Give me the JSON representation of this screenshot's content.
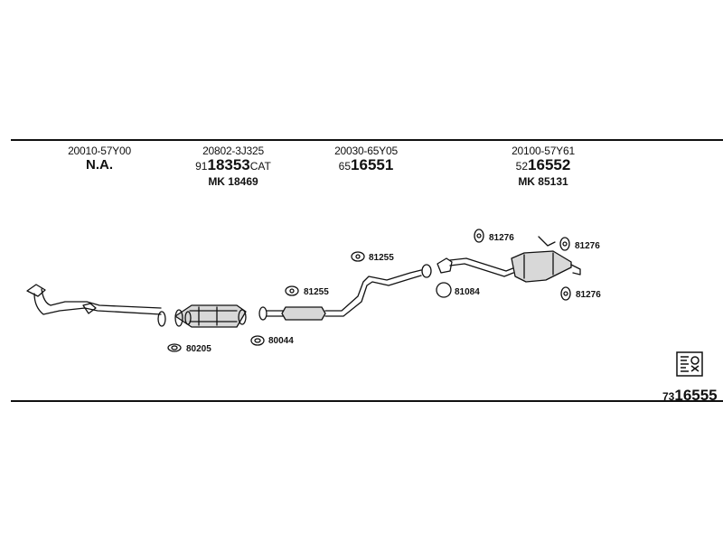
{
  "columns": [
    {
      "oe": "20010-57Y00",
      "article_prefix": "",
      "article_main": "N.A.",
      "article_suffix": "",
      "mk": ""
    },
    {
      "oe": "20802-3J325",
      "article_prefix": "91",
      "article_main": "18353",
      "article_suffix": "CAT",
      "mk": "MK 18469"
    },
    {
      "oe": "20030-65Y05",
      "article_prefix": "65",
      "article_main": "16551",
      "article_suffix": "",
      "mk": ""
    },
    {
      "oe": "20100-57Y61",
      "article_prefix": "52",
      "article_main": "16552",
      "article_suffix": "",
      "mk": "MK 85131"
    }
  ],
  "labels": {
    "l80205": "80205",
    "l80044": "80044",
    "l81255a": "81255",
    "l81255b": "81255",
    "l81084": "81084",
    "l81276a": "81276",
    "l81276b": "81276",
    "l81276c": "81276"
  },
  "footer": {
    "prefix": "73",
    "main": "16555"
  },
  "colors": {
    "line": "#111111",
    "part_fill": "#d8d8d8",
    "background": "#ffffff"
  },
  "icons": {
    "badge": "document-symbol-icon"
  }
}
